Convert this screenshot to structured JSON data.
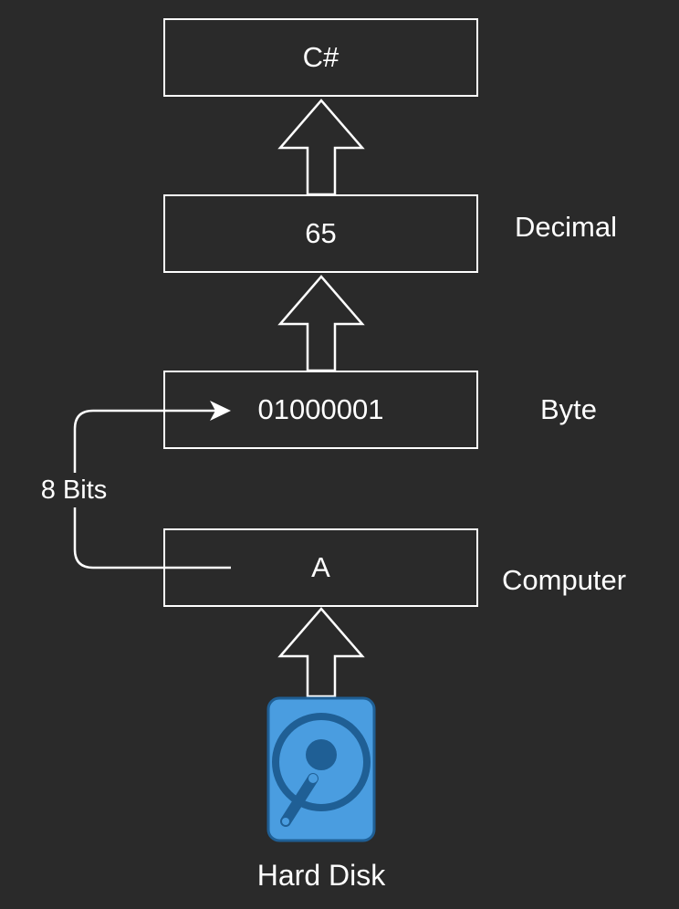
{
  "diagram": {
    "layers": [
      {
        "id": "csharp",
        "box_text": "C#",
        "side_label": ""
      },
      {
        "id": "decimal",
        "box_text": "65",
        "side_label": "Decimal"
      },
      {
        "id": "byte",
        "box_text": "01000001",
        "side_label": "Byte"
      },
      {
        "id": "computer",
        "box_text": "A",
        "side_label": "Computer"
      }
    ],
    "connector_label": "8 Bits",
    "source_label": "Hard Disk",
    "icons": {
      "up_arrow": "hollow-up-arrow-icon",
      "disk": "hard-disk-icon"
    },
    "colors": {
      "background": "#2a2a2a",
      "stroke": "#ffffff",
      "disk_fill": "#4a9de0",
      "disk_dark": "#1f5f95"
    }
  }
}
